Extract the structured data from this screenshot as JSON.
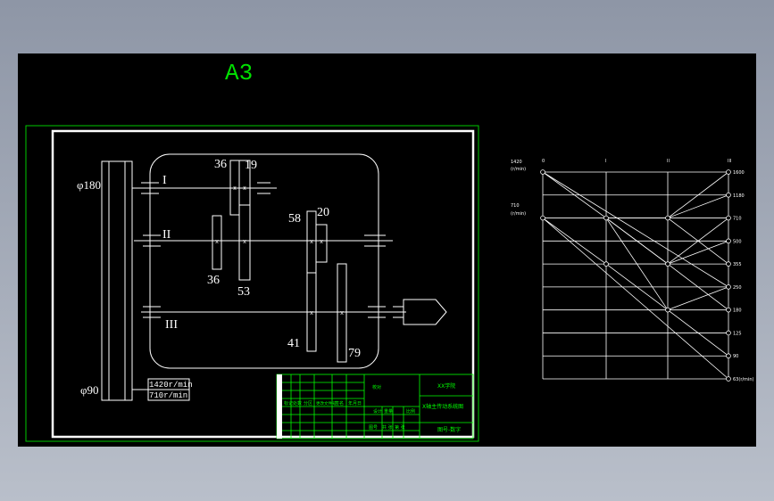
{
  "sheet": {
    "format": "A3"
  },
  "colors": {
    "background": "#000000",
    "line": "#ffffff",
    "frame": "#00c800",
    "title": "#00e000",
    "table": "#00ff00",
    "outer_gradient_top": "#8e96a6"
  },
  "schematic": {
    "shafts": [
      "I",
      "II",
      "III"
    ],
    "pulley_top": "φ180",
    "pulley_bottom": "φ90",
    "motor_speed_1": "1420r/min",
    "motor_speed_2": "710r/min",
    "gear_labels": {
      "g36a": "36",
      "g19": "19",
      "g58": "58",
      "g20": "20",
      "g36b": "36",
      "g53": "53",
      "g41": "41",
      "g79": "79"
    },
    "mesh_mark": "x"
  },
  "title_block": {
    "cells": [
      "校对",
      "设计",
      "重量",
      "比例",
      "图号",
      "共 张",
      "第 张",
      "标记",
      "处数",
      "分区",
      "更改文件号",
      "签名",
      "年月日"
    ],
    "university": "XX学院",
    "drawing_title": "X轴主传动系统图",
    "drawing_no": "图号-数字"
  },
  "speed_chart": {
    "left_top_label": "1420",
    "left_top_unit": "(r/min)",
    "left_mid_label": "710",
    "left_mid_unit": "(r/min)",
    "column_labels": [
      "0",
      "I",
      "II",
      "III"
    ],
    "right_labels": [
      "1600",
      "1180",
      "710",
      "500",
      "355",
      "250",
      "180",
      "125",
      "90",
      "63(r/min)"
    ]
  }
}
